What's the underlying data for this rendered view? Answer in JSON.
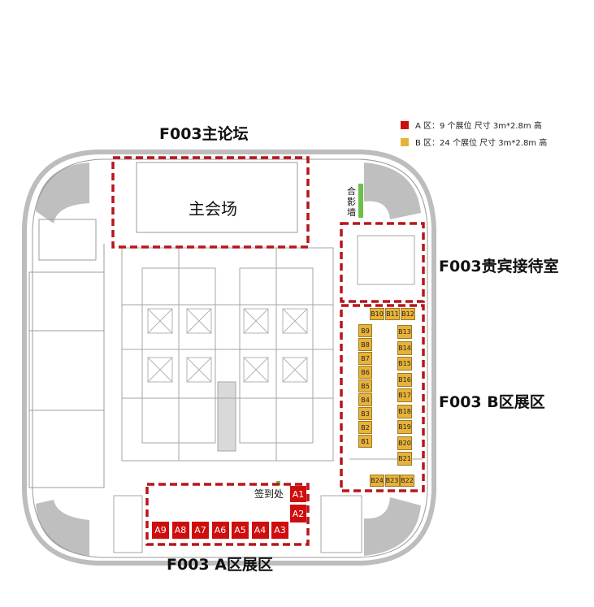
{
  "legend": [
    {
      "text": "A 区：9 个展位 尺寸 3m*2.8m 高",
      "color": "#d00d0d"
    },
    {
      "text": "B 区：24 个展位 尺寸 3m*2.8m 高",
      "color": "#e8b23a"
    }
  ],
  "labels": {
    "main_forum": "F003主论坛",
    "main_hall": "主会场",
    "photo_wall": "合影墙",
    "vip_room": "F003贵宾接待室",
    "zone_b": "F003 B区展区",
    "zone_a": "F003 A区展区",
    "signin": "签到处"
  },
  "booths_a": [
    "A1",
    "A2",
    "A3",
    "A4",
    "A5",
    "A6",
    "A7",
    "A8",
    "A9"
  ],
  "booths_b_left": [
    "B9",
    "B8",
    "B7",
    "B6",
    "B5",
    "B4",
    "B3",
    "B2",
    "B1"
  ],
  "booths_b_top": [
    "B10",
    "B11",
    "B12"
  ],
  "booths_b_right": [
    "B13",
    "B14",
    "B15",
    "B16",
    "B17",
    "B18",
    "B19",
    "B20",
    "B21"
  ],
  "booths_b_bottom": [
    "B24",
    "B23",
    "B22"
  ],
  "colors": {
    "zone_border": "#b8151b",
    "booth_a": "#d00d0d",
    "booth_b": "#e8b23a",
    "photo_wall": "#6cc04a"
  }
}
